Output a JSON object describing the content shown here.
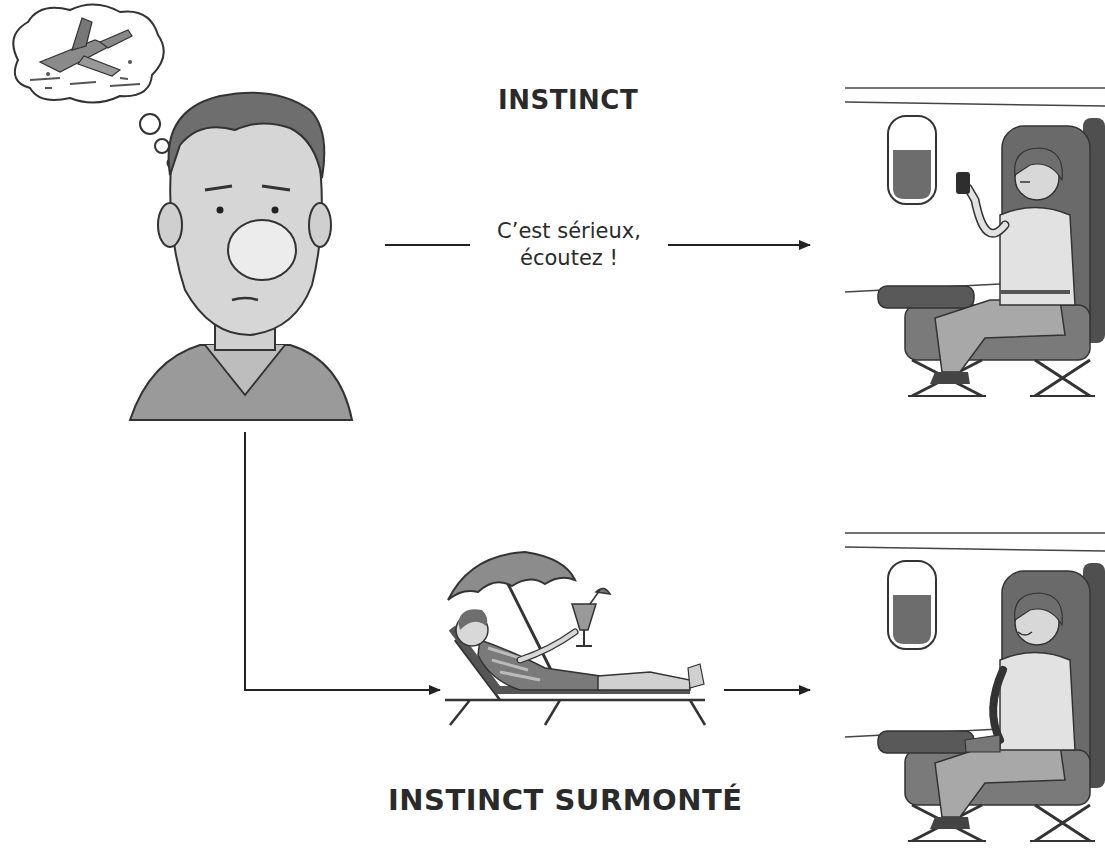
{
  "diagram": {
    "labels": [
      "INSTINCT",
      "C’est sérieux, écoutez !",
      "INSTINCT SURMONTÉ"
    ]
  }
}
